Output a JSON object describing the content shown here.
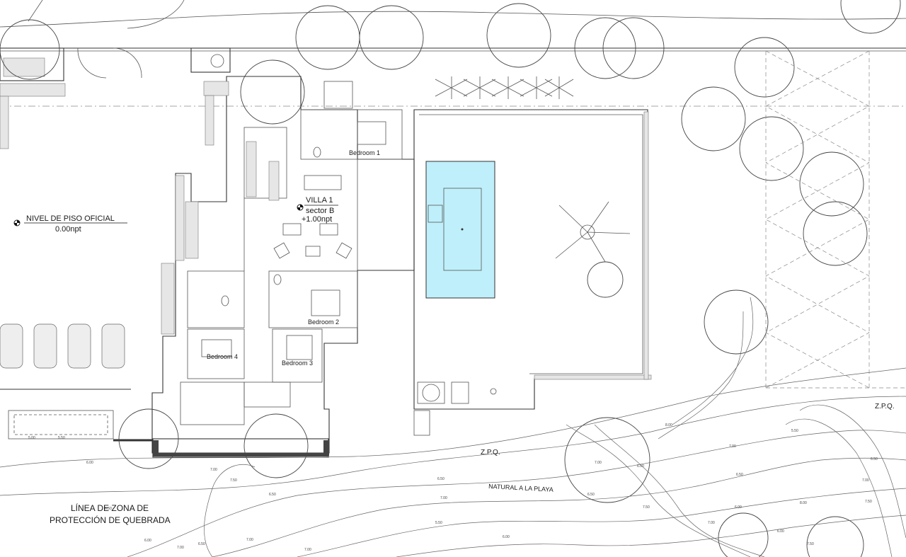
{
  "site": {
    "nivel_title": "NIVEL DE PISO OFICIAL",
    "nivel_value": "0.00npt",
    "villa_title": "VILLA 1",
    "villa_sector": "sector B",
    "villa_level": "+1.00npt",
    "zpq_left": "Z.P.Q.",
    "zpq_right": "Z.P.Q.",
    "natural": "NATURAL A LA PLAYA",
    "linea_1": "LÍNEA DE ZONA DE",
    "linea_2": "PROTECCIÓN DE QUEBRADA"
  },
  "rooms": {
    "bedroom1": "Bedroom 1",
    "bedroom2": "Bedroom 2",
    "bedroom3": "Bedroom 3",
    "bedroom4": "Bedroom 4"
  },
  "contour_labels": [
    "5.00",
    "5.50",
    "6.00",
    "6.50",
    "7.00",
    "7.50",
    "6.50",
    "6.00",
    "7.00",
    "6.50",
    "7.00",
    "6.50",
    "7.00",
    "5.50",
    "6.00",
    "7.00",
    "6.50",
    "7.50",
    "8.00",
    "7.00",
    "6.50",
    "6.00",
    "5.50",
    "6.50",
    "7.00",
    "7.50",
    "8.00",
    "6.00",
    "7.00",
    "6.50",
    "7.00",
    "7.50"
  ]
}
